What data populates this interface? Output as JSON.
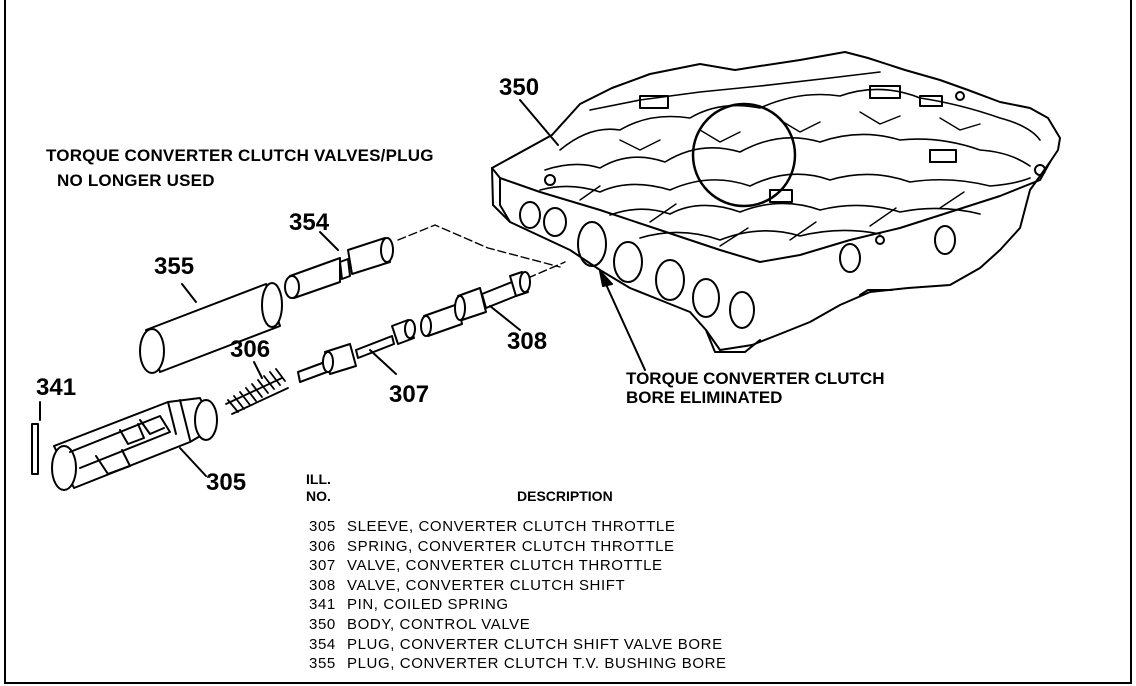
{
  "heading": {
    "line1": "TORQUE CONVERTER CLUTCH VALVES/PLUG",
    "line2": "NO LONGER USED"
  },
  "callouts": {
    "c350": "350",
    "c354": "354",
    "c355": "355",
    "c306": "306",
    "c308": "308",
    "c307": "307",
    "c341": "341",
    "c305": "305"
  },
  "bore_note": {
    "line1": "TORQUE CONVERTER CLUTCH",
    "line2": "BORE ELIMINATED"
  },
  "table": {
    "col1_line1": "ILL.",
    "col1_line2": "NO.",
    "col2": "DESCRIPTION",
    "rows": [
      {
        "num": "305",
        "desc": "SLEEVE, CONVERTER CLUTCH THROTTLE"
      },
      {
        "num": "306",
        "desc": "SPRING, CONVERTER CLUTCH THROTTLE"
      },
      {
        "num": "307",
        "desc": "VALVE, CONVERTER CLUTCH THROTTLE"
      },
      {
        "num": "308",
        "desc": "VALVE, CONVERTER CLUTCH SHIFT"
      },
      {
        "num": "341",
        "desc": "PIN, COILED SPRING"
      },
      {
        "num": "350",
        "desc": "BODY, CONTROL VALVE"
      },
      {
        "num": "354",
        "desc": "PLUG, CONVERTER CLUTCH SHIFT VALVE BORE"
      },
      {
        "num": "355",
        "desc": "PLUG, CONVERTER CLUTCH T.V. BUSHING BORE"
      }
    ]
  }
}
